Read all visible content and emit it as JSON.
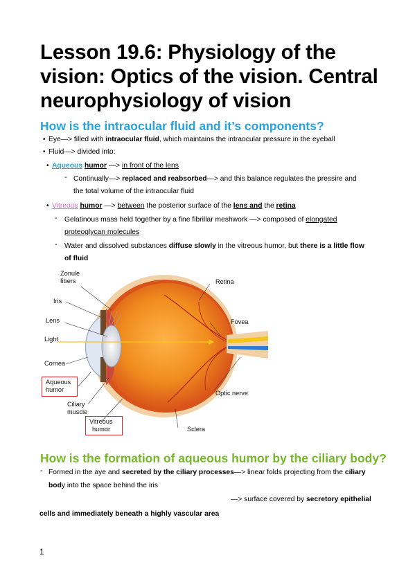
{
  "title": "Lesson 19.6: Physiology of the vision: Optics of the vision. Central neurophysiology of vision",
  "section1": {
    "heading": "How is the intraocular fluid and it’s components?",
    "eye_line": {
      "pre": "Eye—> filled with ",
      "bold": "intraocular fluid",
      "post": ", which maintains the intraocular pressure in the eyeball"
    },
    "fluid_line": "Fluid—> divided into:",
    "aqueous": {
      "name": "Aqueous",
      "humor": "humor",
      "arrow": " —> ",
      "desc": " in front of the lens"
    },
    "aqueous_sub": {
      "pre": "Continually—> ",
      "bold": "replaced and reabsorbed",
      "post": "—> and this balance regulates the pressire and",
      "line2": "the total volume of the intraocular fluid"
    },
    "vitreous": {
      "name": "Vitreous",
      "humor": "humor",
      "arrow": " —> ",
      "between": "between",
      "mid": " the posterior surface of the ",
      "lens": "lens and",
      "the": " the ",
      "retina": "retina"
    },
    "vitreous_sub1": {
      "pre": "Gelatinous mass held together by a fine fibrillar meshwork —> composed of ",
      "u1": "elongated",
      "u2": "proteoglycan molecules"
    },
    "vitreous_sub2": {
      "pre": "Water and dissolved substances ",
      "b1": "diffuse slowly",
      "mid": " in the vitreous humor, but ",
      "b2": "there is a little flow",
      "b3": "of fluid"
    }
  },
  "figure": {
    "labels": {
      "zonule": "Zonule",
      "fibers": "fibers",
      "iris": "Iris",
      "lens": "Lens",
      "light": "Light",
      "cornea": "Cornea",
      "aqueous": "Aqueous",
      "aqueous2": "humor",
      "ciliary": "Ciliary",
      "ciliary2": "muscle",
      "vitreous": "Vitreous",
      "vitreous2": "humor",
      "retina": "Retina",
      "fovea": "Fovea",
      "optic": "Optic nerve",
      "sclera": "Sclera"
    },
    "colors": {
      "red_box": "#d7262e",
      "eyeball": "#f08c1e",
      "sclera": "#f3d1a6",
      "light_ray": "#f5c518"
    }
  },
  "section2": {
    "heading": "How is the formation of aqueous humor by the ciliary body?",
    "line1": {
      "pre": "Formed in the aye and ",
      "b1": "secreted by the ciliary processes",
      "mid": "—> linear folds projecting from the ",
      "b2": "ciliary"
    },
    "line2": {
      "b": "bod",
      "post": "y into the space behind the iris"
    },
    "line3": {
      "pre": "—> surface covered by ",
      "b": "secretory epithelial"
    },
    "line4": {
      "b": "cells and immediately beneath a highly vascular area"
    }
  },
  "page_number": "1"
}
